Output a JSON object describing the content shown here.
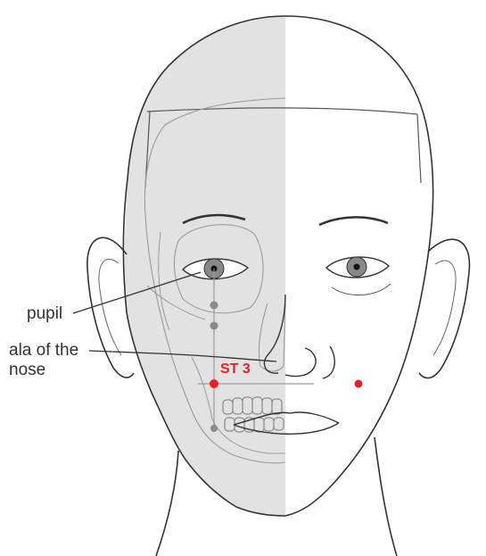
{
  "labels": {
    "pupil": "pupil",
    "ala_line1": "ala of the",
    "ala_line2": "nose",
    "point": "ST 3"
  },
  "colors": {
    "point": "#e8202a",
    "outline": "#333333",
    "skull_shade": "#e2e2e2",
    "guide_marker": "#8a8a8a",
    "background": "#ffffff"
  }
}
